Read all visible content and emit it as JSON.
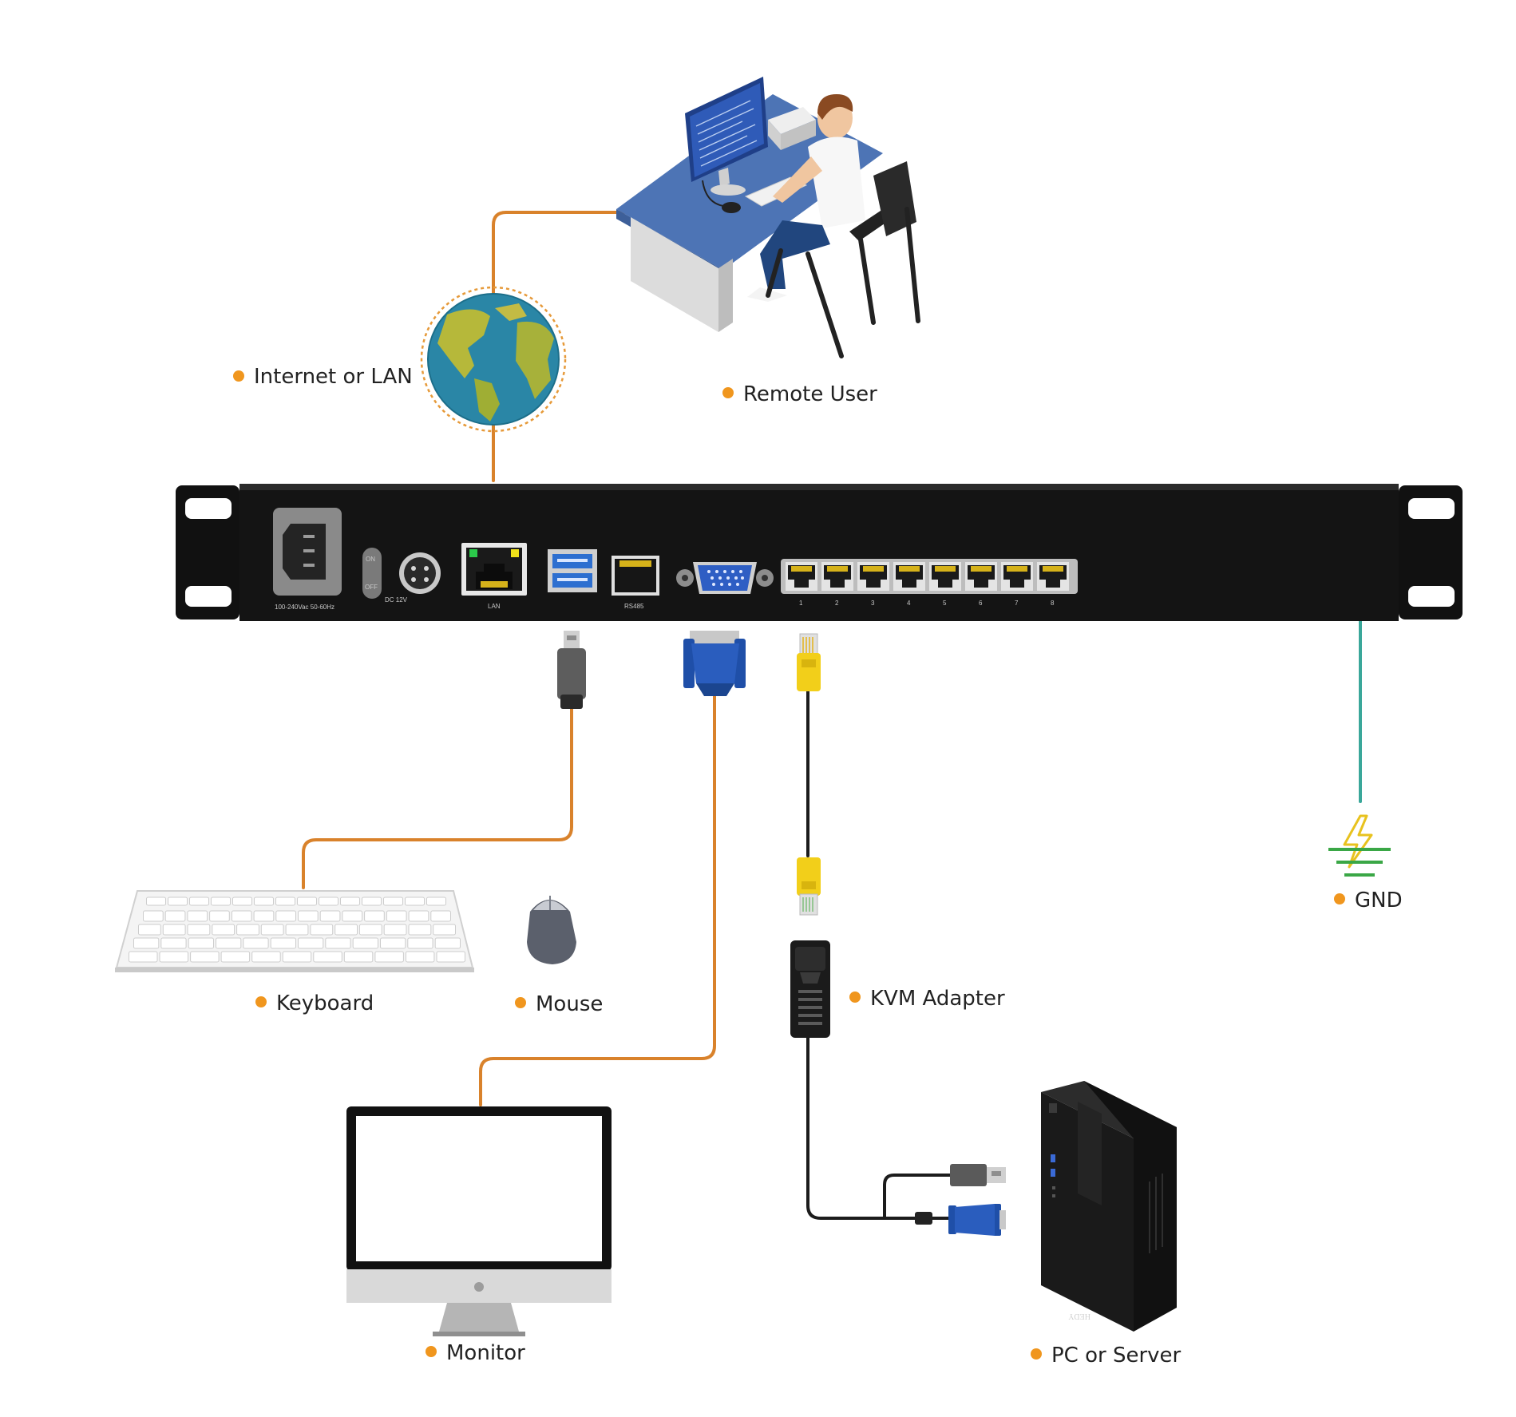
{
  "labels": {
    "internet": "Internet or LAN",
    "remote_user": "Remote User",
    "keyboard": "Keyboard",
    "mouse": "Mouse",
    "monitor": "Monitor",
    "kvm_adapter": "KVM Adapter",
    "pc_server": "PC or Server",
    "gnd": "GND"
  },
  "panel": {
    "power_rating": "100-240Vac 50-60Hz",
    "switch_on": "ON",
    "switch_off": "OFF",
    "dc_label": "DC 12V",
    "lan": "LAN",
    "rs485": "RS485",
    "ports": [
      "1",
      "2",
      "3",
      "4",
      "5",
      "6",
      "7",
      "8"
    ]
  },
  "pc_brand": "HEDY",
  "colors": {
    "bullet": "#f0961e",
    "cable_orange": "#d9822b",
    "cable_teal": "#3aa79a",
    "device_body": "#141414",
    "vga_blue": "#1f4fa8",
    "rj45_yellow": "#f2cf1a"
  }
}
